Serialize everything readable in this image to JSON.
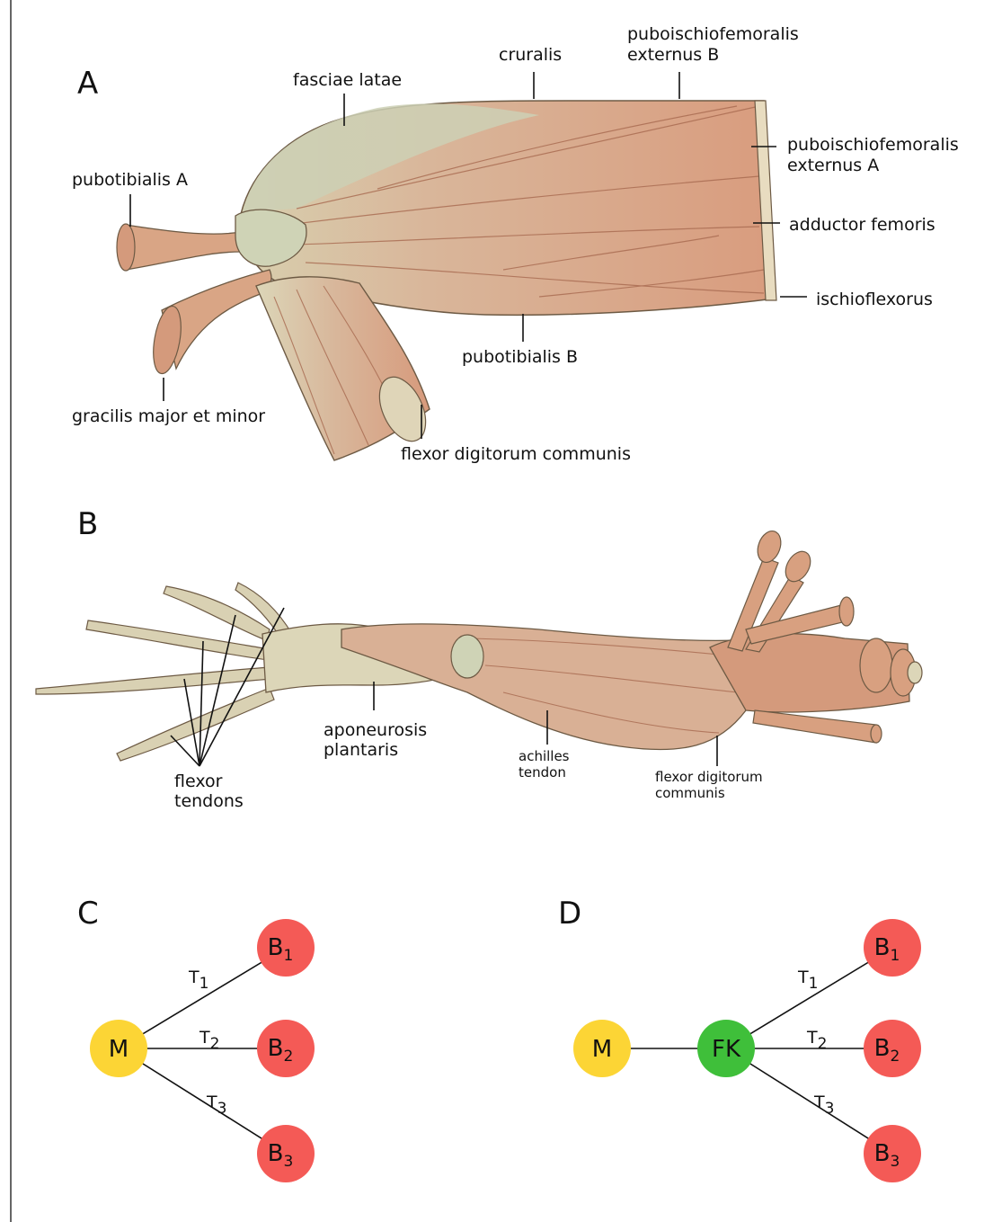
{
  "colors": {
    "muscle": "#d9a07f",
    "muscle_dark": "#b9735a",
    "tendon": "#d9d3b3",
    "tendon_shade": "#b7b59a",
    "node_M": "#fcd535",
    "node_B": "#f45a56",
    "node_FK": "#3fbf3a",
    "line": "#111111"
  },
  "panels": {
    "A": "A",
    "B": "B",
    "C": "C",
    "D": "D"
  },
  "panel_A_labels": {
    "cruralis": "cruralis",
    "pie_b_1": "puboischiofemoralis",
    "pie_b_2": "externus B",
    "fasciae_latae": "fasciae latae",
    "pie_a_1": "puboischiofemoralis",
    "pie_a_2": "externus A",
    "pubotibialis_a": "pubotibialis A",
    "adductor_femoris": "adductor femoris",
    "ischioflexorus": "ischioflexorus",
    "pubotibialis_b": "pubotibialis B",
    "gracilis": "gracilis major et minor",
    "fdc": "flexor digitorum communis"
  },
  "panel_B_labels": {
    "aponeurosis_1": "aponeurosis",
    "aponeurosis_2": "plantaris",
    "achilles_1": "achilles",
    "achilles_2": "tendon",
    "fdc_1": "flexor digitorum",
    "fdc_2": "communis",
    "flexor_1": "flexor",
    "flexor_2": "tendons"
  },
  "graph_C": {
    "nodes": {
      "M": "M",
      "B": "B",
      "sub1": "1",
      "sub2": "2",
      "sub3": "3"
    },
    "edges": {
      "T": "T",
      "sub1": "1",
      "sub2": "2",
      "sub3": "3"
    }
  },
  "graph_D": {
    "nodes": {
      "M": "M",
      "FK": "FK",
      "B": "B",
      "sub1": "1",
      "sub2": "2",
      "sub3": "3"
    },
    "edges": {
      "T": "T",
      "sub1": "1",
      "sub2": "2",
      "sub3": "3"
    }
  }
}
